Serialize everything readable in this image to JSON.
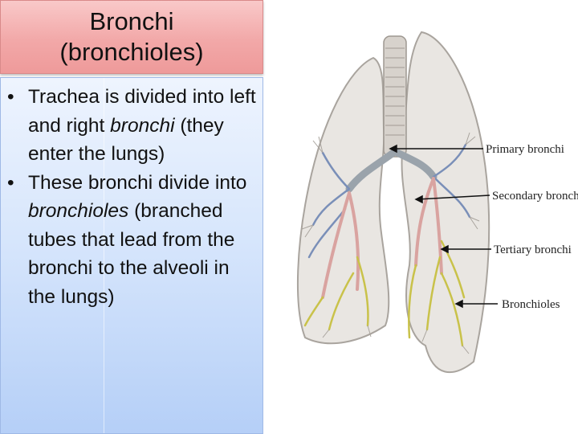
{
  "title": {
    "line1": "Bronchi",
    "line2": "(bronchioles)"
  },
  "bullets": [
    {
      "bullet": "•",
      "p1": "Trachea is divided into left and right ",
      "em": "bronchi",
      "p2": " (they enter the lungs)"
    },
    {
      "bullet": "•",
      "p1": "These bronchi divide into ",
      "em": "bronchioles",
      "p2": " (branched tubes that lead from the bronchi to the alveoli in the lungs)"
    }
  ],
  "figure": {
    "labels": {
      "primary": "Primary bronchi",
      "secondary": "Secondary bronchi",
      "tertiary": "Tertiary bronchi",
      "bronchioles": "Bronchioles"
    },
    "colors": {
      "lung": "#e9e6e2",
      "lung_outline": "#a9a49e",
      "trachea": "#d7d2cc",
      "bronchi_primary": "#9aa3ab",
      "secondary": "#d9a3a0",
      "tertiary": "#c9c24a",
      "blue_vessel": "#7a8fb8"
    }
  }
}
